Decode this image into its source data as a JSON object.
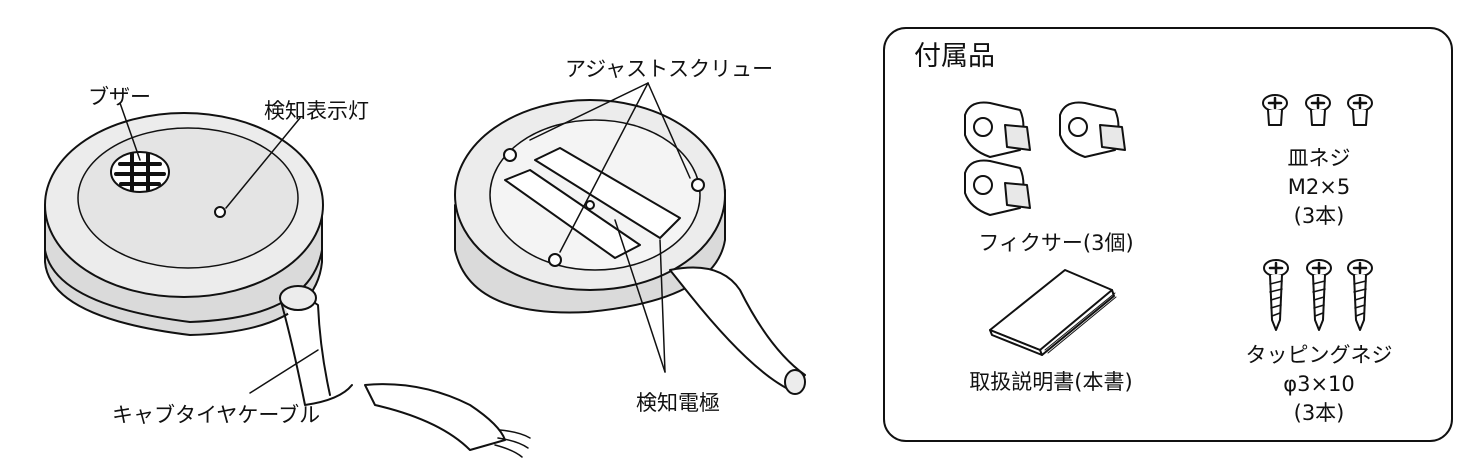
{
  "device_labels": {
    "buzzer": "ブザー",
    "indicator_lamp": "検知表示灯",
    "adjust_screw": "アジャストスクリュー",
    "cable": "キャブタイヤケーブル",
    "electrode": "検知電極"
  },
  "accessories": {
    "title": "付属品",
    "fixer": "フィクサー(3個)",
    "manual": "取扱説明書(本書)",
    "plate_screw": {
      "line1": "皿ネジ",
      "line2": "M2×5",
      "line3": "(3本)"
    },
    "tapping_screw": {
      "line1": "タッピングネジ",
      "line2": "φ3×10",
      "line3": "(3本)"
    }
  },
  "colors": {
    "line": "#111111",
    "fill_light": "#efefef",
    "fill_mid": "#d9d9d9",
    "background": "#ffffff"
  }
}
